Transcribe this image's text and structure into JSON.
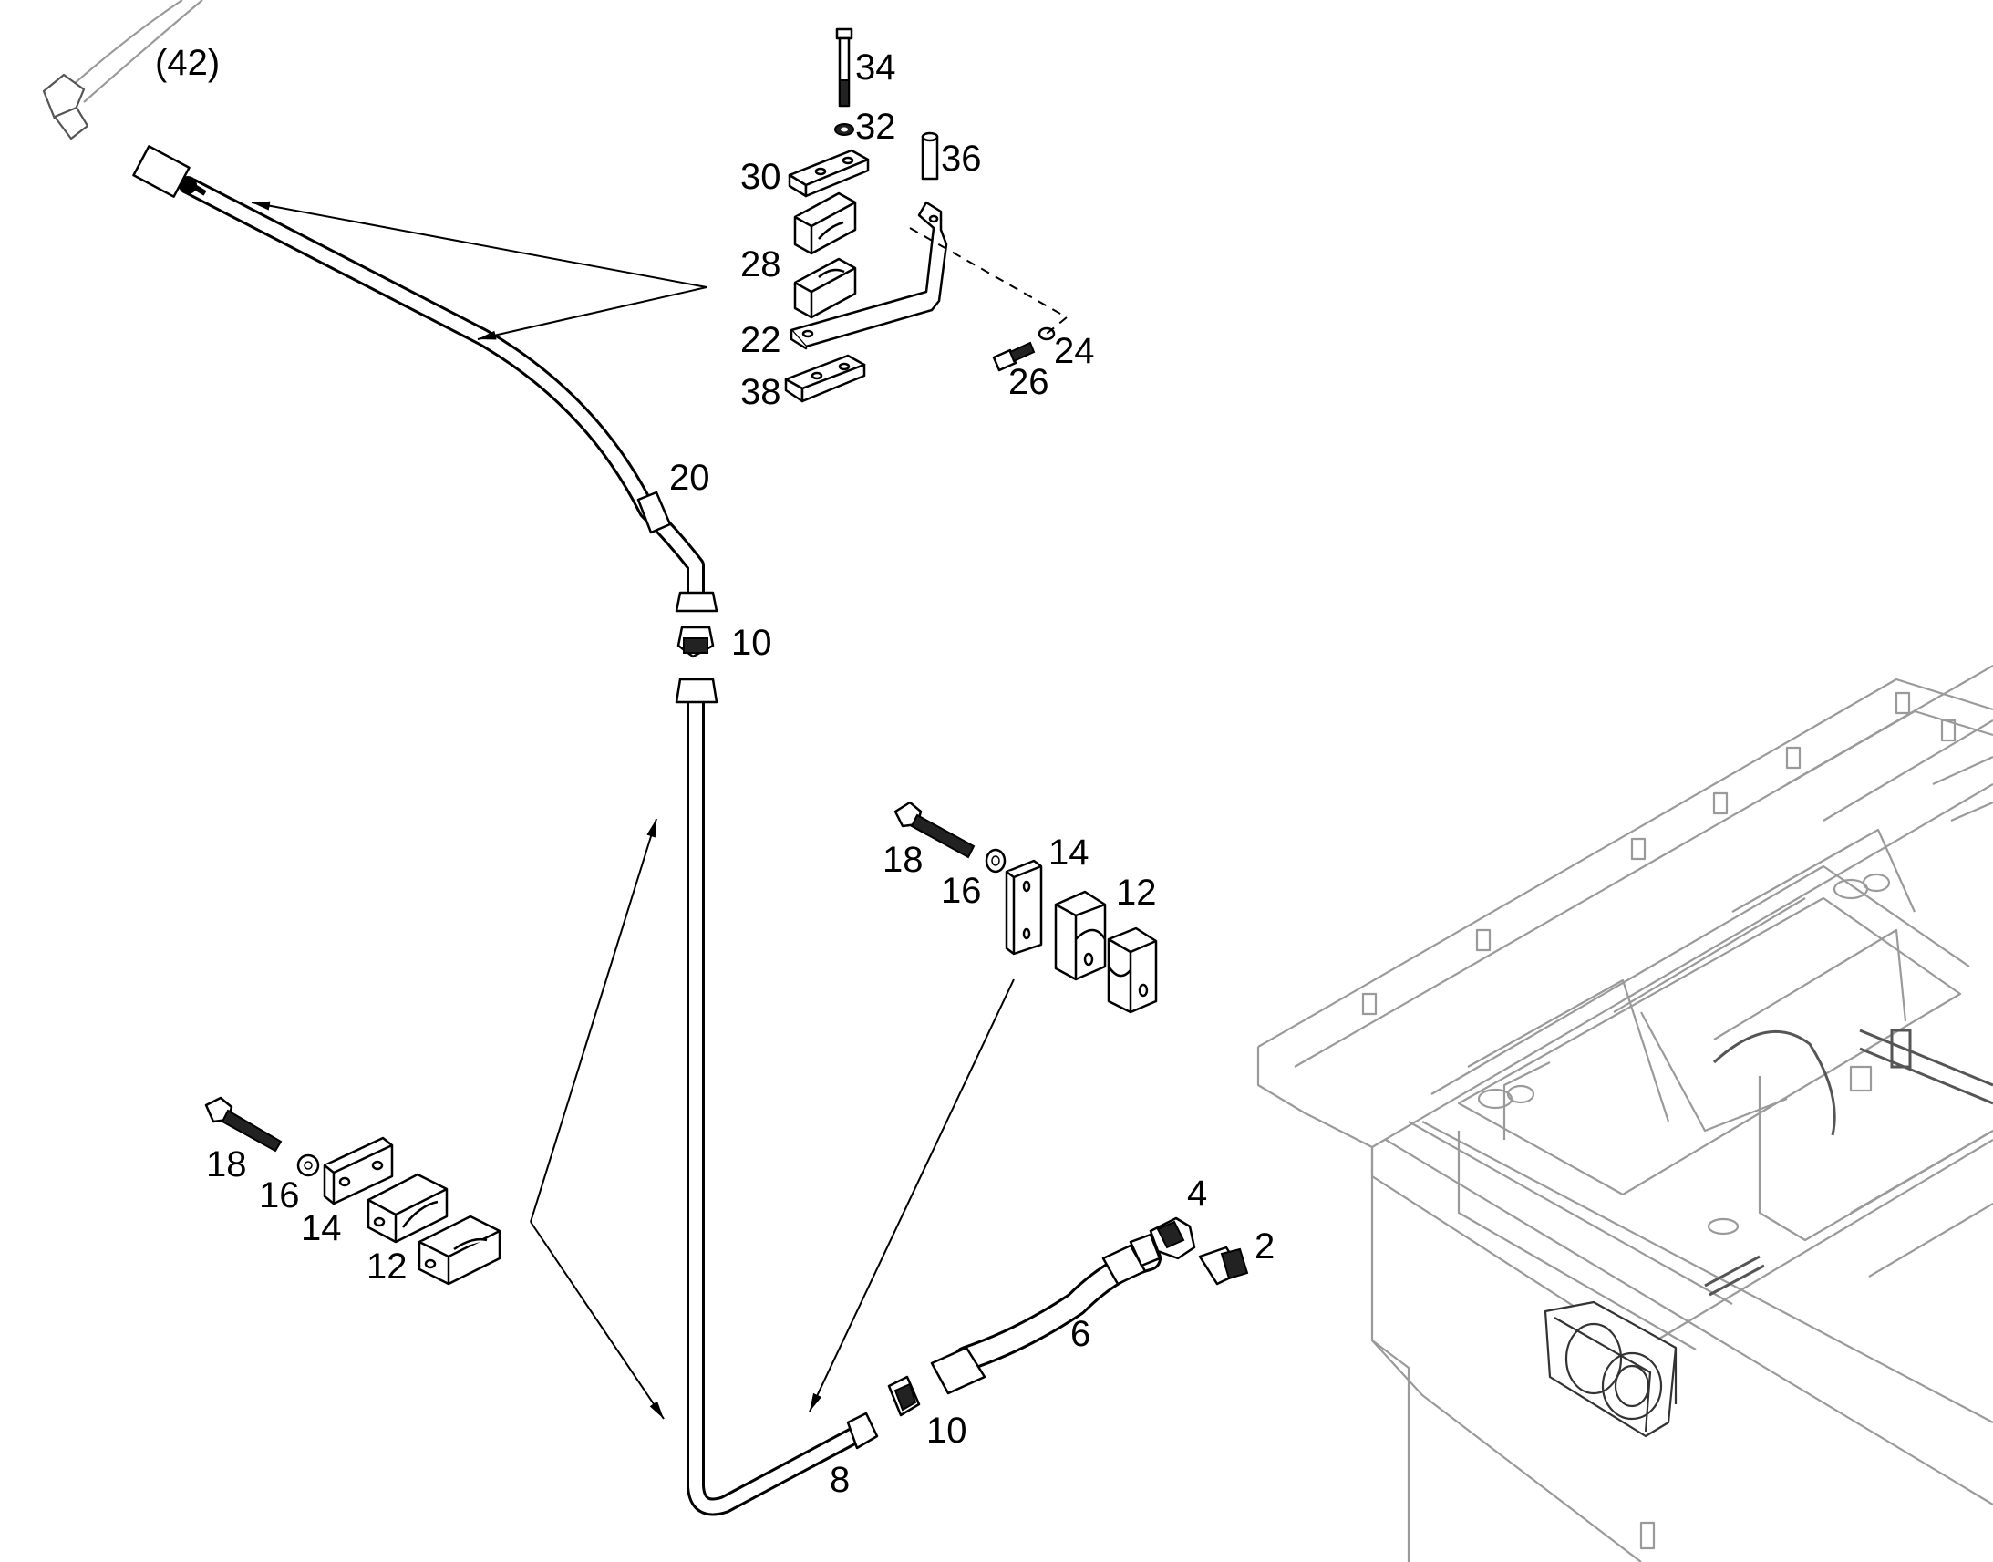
{
  "labels": {
    "l42": "(42)",
    "l34": "34",
    "l32": "32",
    "l36": "36",
    "l30": "30",
    "l28": "28",
    "l22": "22",
    "l24": "24",
    "l26": "26",
    "l38": "38",
    "l20": "20",
    "l10_top": "10",
    "l18_mid": "18",
    "l16_mid": "16",
    "l14_mid": "14",
    "l12_mid": "12",
    "l18_left": "18",
    "l16_left": "16",
    "l14_left": "14",
    "l12_left": "12",
    "l4": "4",
    "l2": "2",
    "l6": "6",
    "l10_bottom": "10",
    "l8": "8"
  }
}
